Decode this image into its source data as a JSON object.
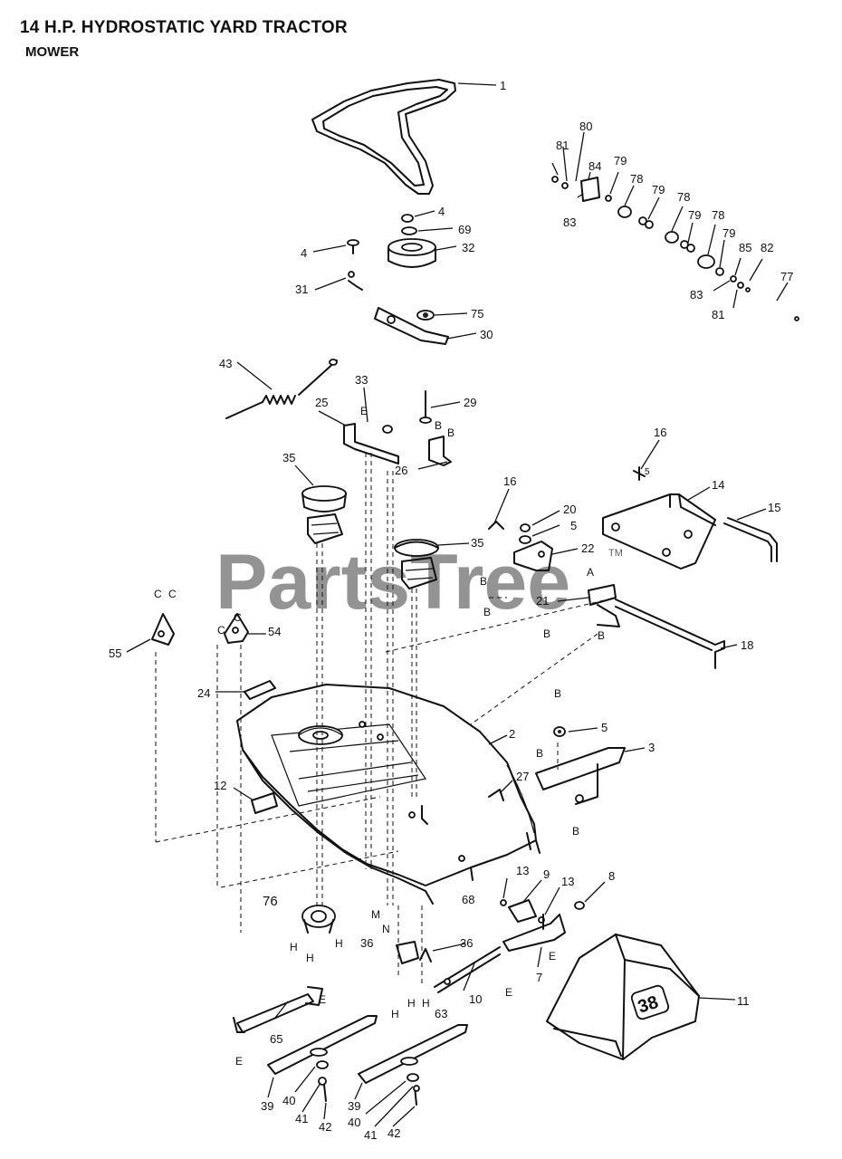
{
  "header": {
    "title": "14 H.P. HYDROSTATIC YARD TRACTOR",
    "subtitle": "MOWER"
  },
  "watermark": {
    "text": "PartsTree",
    "mark": "TM"
  },
  "callouts": [
    "1",
    "80",
    "81",
    "84",
    "79",
    "78",
    "79",
    "78",
    "79",
    "78",
    "79",
    "85",
    "82",
    "77",
    "83",
    "83",
    "81",
    "4",
    "69",
    "4",
    "32",
    "31",
    "75",
    "30",
    "43",
    "33",
    "29",
    "25",
    "26",
    "35",
    "16",
    "16",
    "14",
    "15",
    "20",
    "5",
    "35",
    "22",
    "21",
    "18",
    "55",
    "54",
    "24",
    "2",
    "5",
    "3",
    "27",
    "12",
    "13",
    "9",
    "13",
    "8",
    "76",
    "68",
    "36",
    "36",
    "7",
    "10",
    "63",
    "11",
    "65",
    "39",
    "40",
    "41",
    "42",
    "39",
    "40",
    "41",
    "42"
  ],
  "reference_letters": [
    "E",
    "B",
    "B",
    "B",
    "B",
    "B",
    "B",
    "A",
    "C",
    "C",
    "C",
    "C",
    "B",
    "B",
    "B",
    "M",
    "N",
    "H",
    "H",
    "H",
    "H",
    "H",
    "H",
    "E",
    "E",
    "E",
    "E",
    "5"
  ]
}
